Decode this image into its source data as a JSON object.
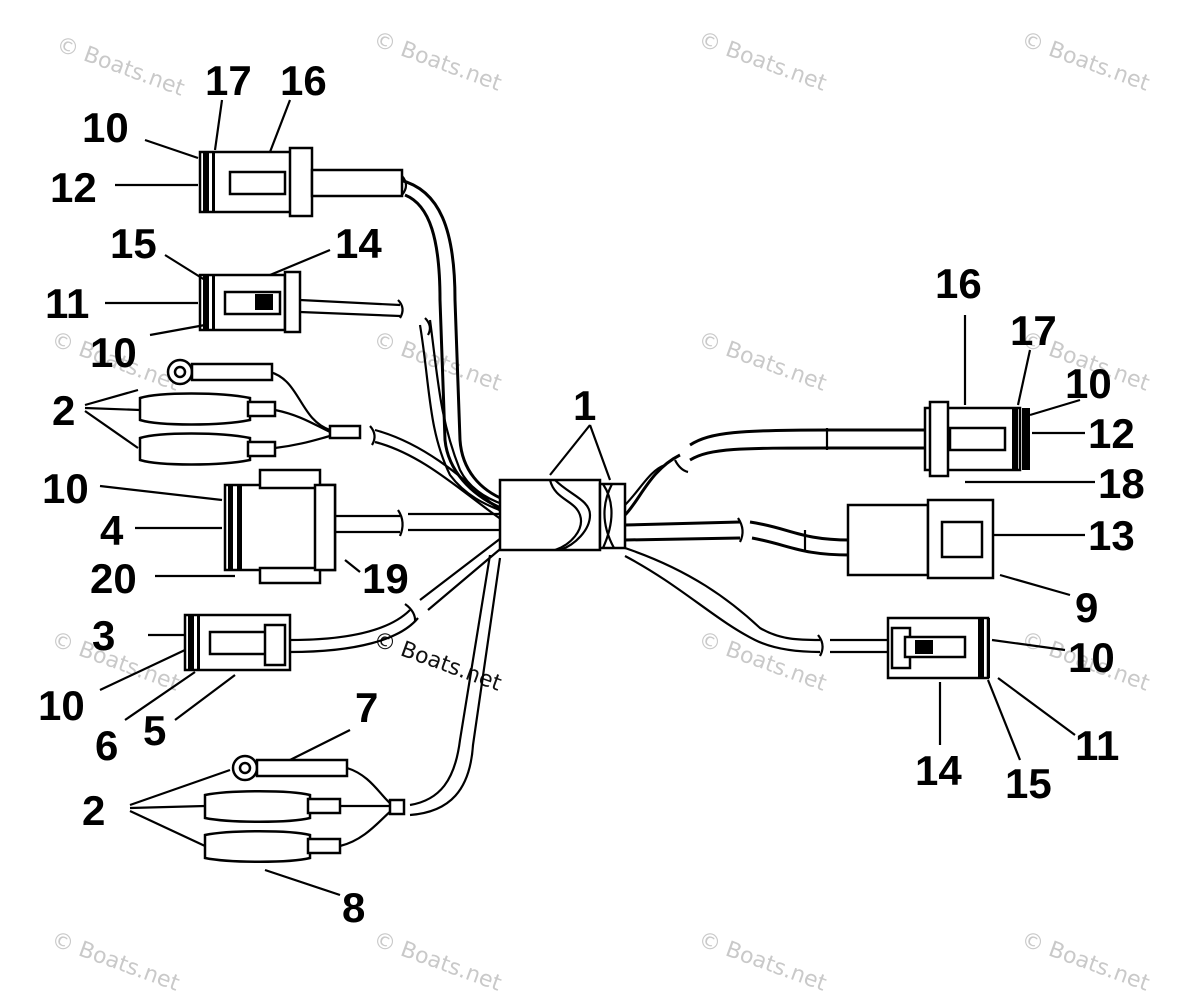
{
  "watermark_text": "© Boats.net",
  "callouts": {
    "c1": "1",
    "c2a": "2",
    "c2b": "2",
    "c3": "3",
    "c4": "4",
    "c5": "5",
    "c6": "6",
    "c7": "7",
    "c8": "8",
    "c9": "9",
    "c10a": "10",
    "c10b": "10",
    "c10c": "10",
    "c10d": "10",
    "c10e": "10",
    "c10f": "10",
    "c11a": "11",
    "c11b": "11",
    "c12a": "12",
    "c12b": "12",
    "c13": "13",
    "c14a": "14",
    "c14b": "14",
    "c15a": "15",
    "c15b": "15",
    "c16a": "16",
    "c16b": "16",
    "c17a": "17",
    "c17b": "17",
    "c18": "18",
    "c19": "19",
    "c20": "20"
  }
}
